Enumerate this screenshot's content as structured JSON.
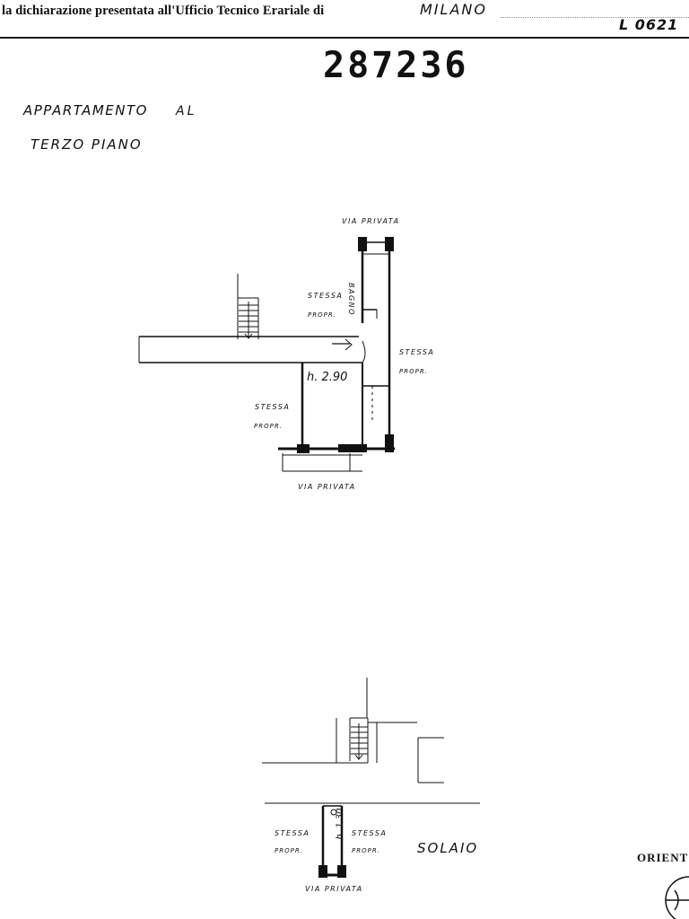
{
  "header": {
    "declaration": "la dichiarazione presentata all'Ufficio Tecnico Erariale di",
    "city": "MILANO",
    "ref_code": "L 0621"
  },
  "stamp_number": "287236",
  "title": {
    "line1_a": "APPARTAMENTO",
    "line1_b": "AL",
    "line2": "TERZO PIANO"
  },
  "plan_upper": {
    "street_top": "VIA PRIVATA",
    "street_bottom": "VIA PRIVATA",
    "left_owner_1": "STESSA",
    "left_owner_2": "PROPR.",
    "right_owner_1": "STESSA",
    "right_owner_2": "PROPR.",
    "lower_owner_1": "STESSA",
    "lower_owner_2": "PROPR.",
    "bathroom": "BAGNO",
    "height": "h. 2.90"
  },
  "plan_lower": {
    "left_owner_1": "STESSA",
    "left_owner_2": "PROPR.",
    "right_owner_1": "STESSA",
    "right_owner_2": "PROPR.",
    "height": "h. 1.30",
    "room": "SOLAIO",
    "street": "VIA PRIVATA"
  },
  "orientation_label": "ORIENT"
}
